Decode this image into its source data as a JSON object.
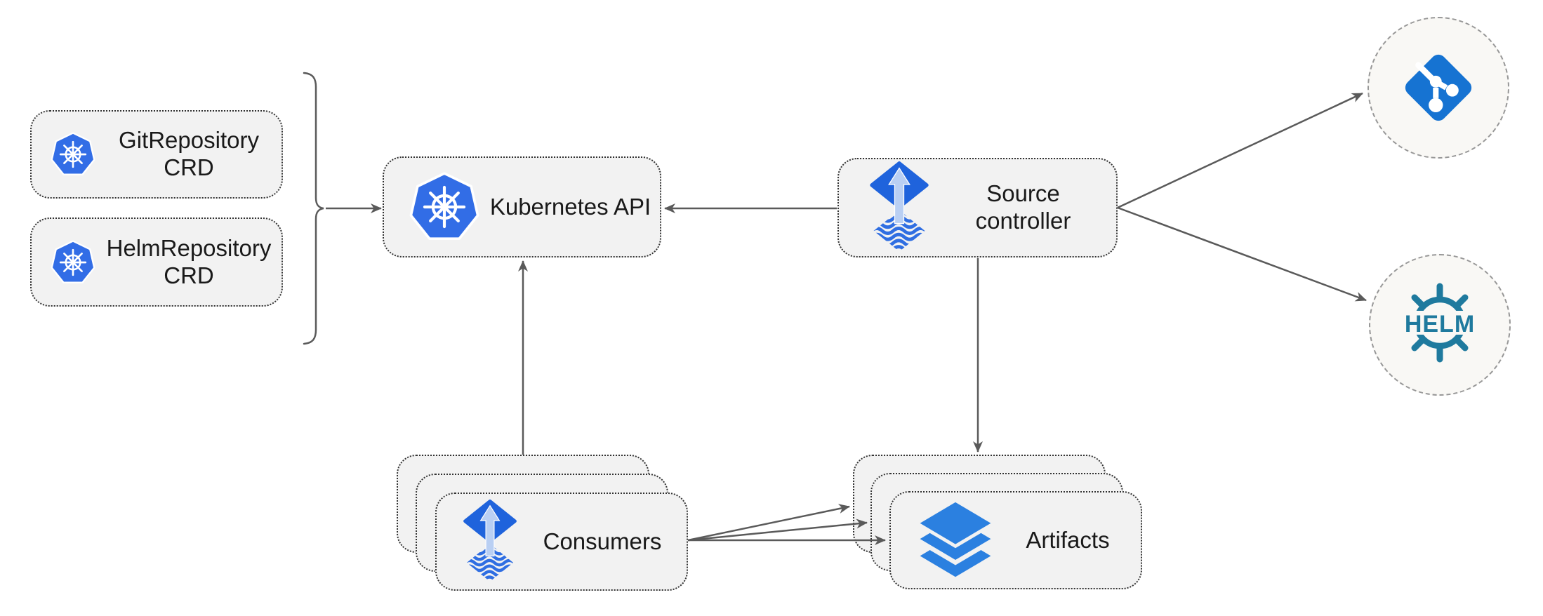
{
  "nodes": {
    "git_repository_crd": {
      "label": "GitRepository CRD",
      "icon": "kubernetes-icon"
    },
    "helm_repository_crd": {
      "label": "HelmRepository CRD",
      "icon": "kubernetes-icon"
    },
    "kubernetes_api": {
      "label": "Kubernetes API",
      "icon": "kubernetes-icon"
    },
    "source_controller": {
      "label": "Source controller",
      "icon": "flux-icon"
    },
    "consumers": {
      "label": "Consumers",
      "icon": "flux-icon",
      "stack_count": 3
    },
    "artifacts": {
      "label": "Artifacts",
      "icon": "layers-icon",
      "stack_count": 3
    },
    "git_endpoint": {
      "icon": "git-icon"
    },
    "helm_endpoint": {
      "icon": "helm-icon",
      "logo_text": "HELM"
    }
  },
  "edges": [
    {
      "from": "crd-group-brace",
      "to": "kubernetes_api",
      "direction": "right"
    },
    {
      "from": "source_controller",
      "to": "kubernetes_api",
      "direction": "left"
    },
    {
      "from": "consumers",
      "to": "kubernetes_api",
      "direction": "up"
    },
    {
      "from": "source_controller",
      "to": "artifacts",
      "direction": "down"
    },
    {
      "from": "source_controller",
      "to": "git_endpoint",
      "direction": "up-right"
    },
    {
      "from": "source_controller",
      "to": "helm_endpoint",
      "direction": "down-right"
    },
    {
      "from": "consumers",
      "to": "artifacts",
      "count": 3,
      "direction": "right-fan"
    }
  ],
  "colors": {
    "kubernetes_blue": "#326de6",
    "flux_blue": "#1f63dc",
    "flux_light_arrow": "#b9cff3",
    "flux_wave_blue": "#2f6ee2",
    "git_blue": "#1673d2",
    "helm_teal": "#1f7a9e",
    "layers_blue": "#2b80e0",
    "node_fill": "#f2f2f2",
    "circle_fill": "#f9f8f5",
    "arrow_gray": "#5a5a5a"
  }
}
